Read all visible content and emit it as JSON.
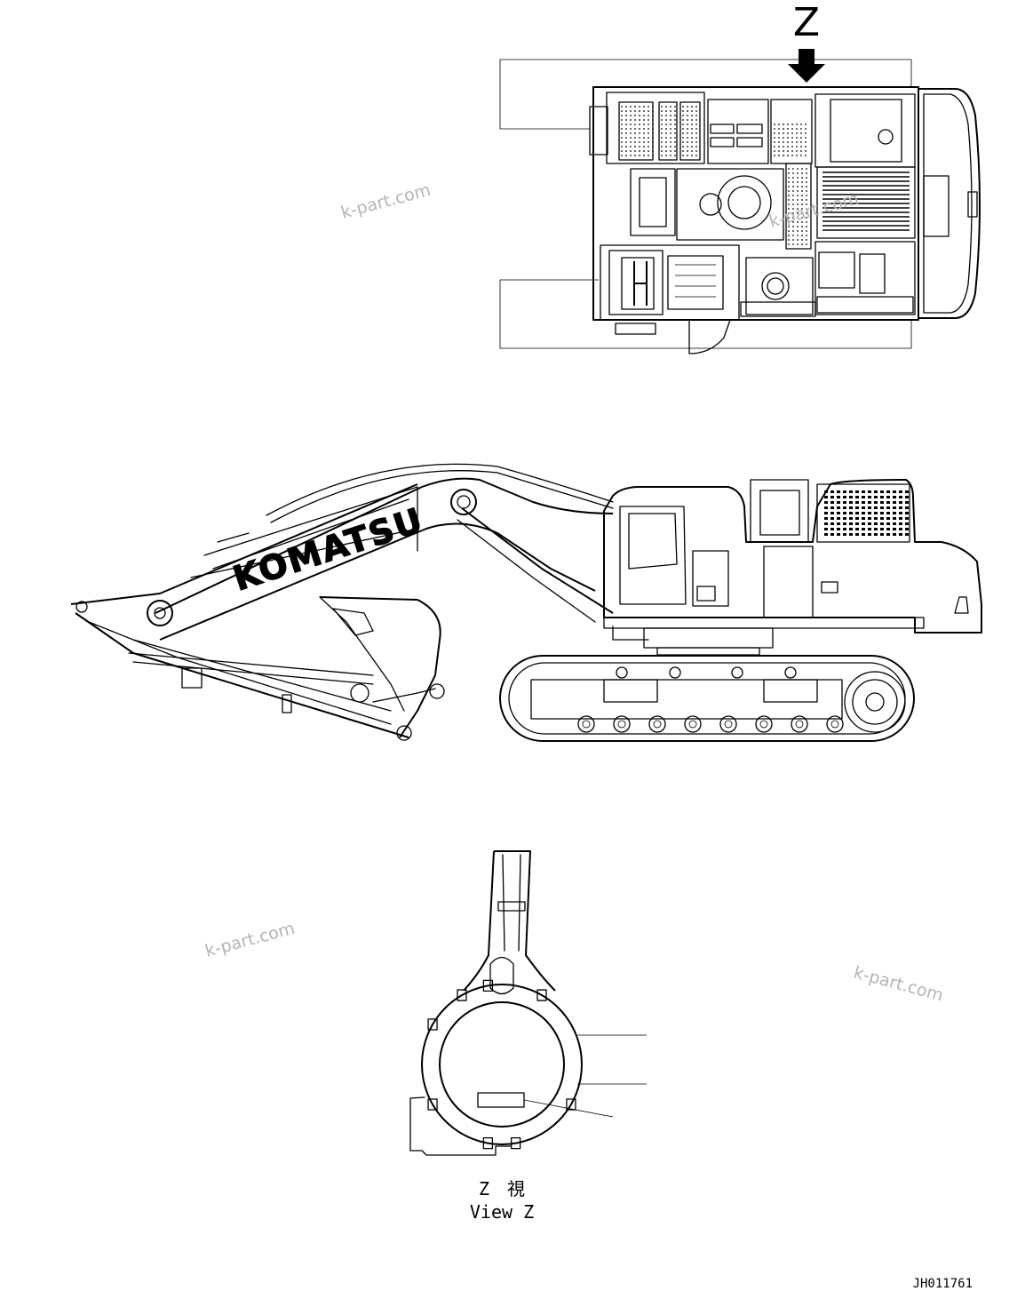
{
  "views": {
    "top_arrow_label": "Z",
    "view_label_jp": "Z　視",
    "view_label_en": "View Z"
  },
  "brand": {
    "boom_logo": "KOMATSU"
  },
  "drawing_id": "JH011761",
  "watermarks": [
    "k-part.com",
    "k-part.com",
    "k-part.com",
    "k-part.com"
  ]
}
